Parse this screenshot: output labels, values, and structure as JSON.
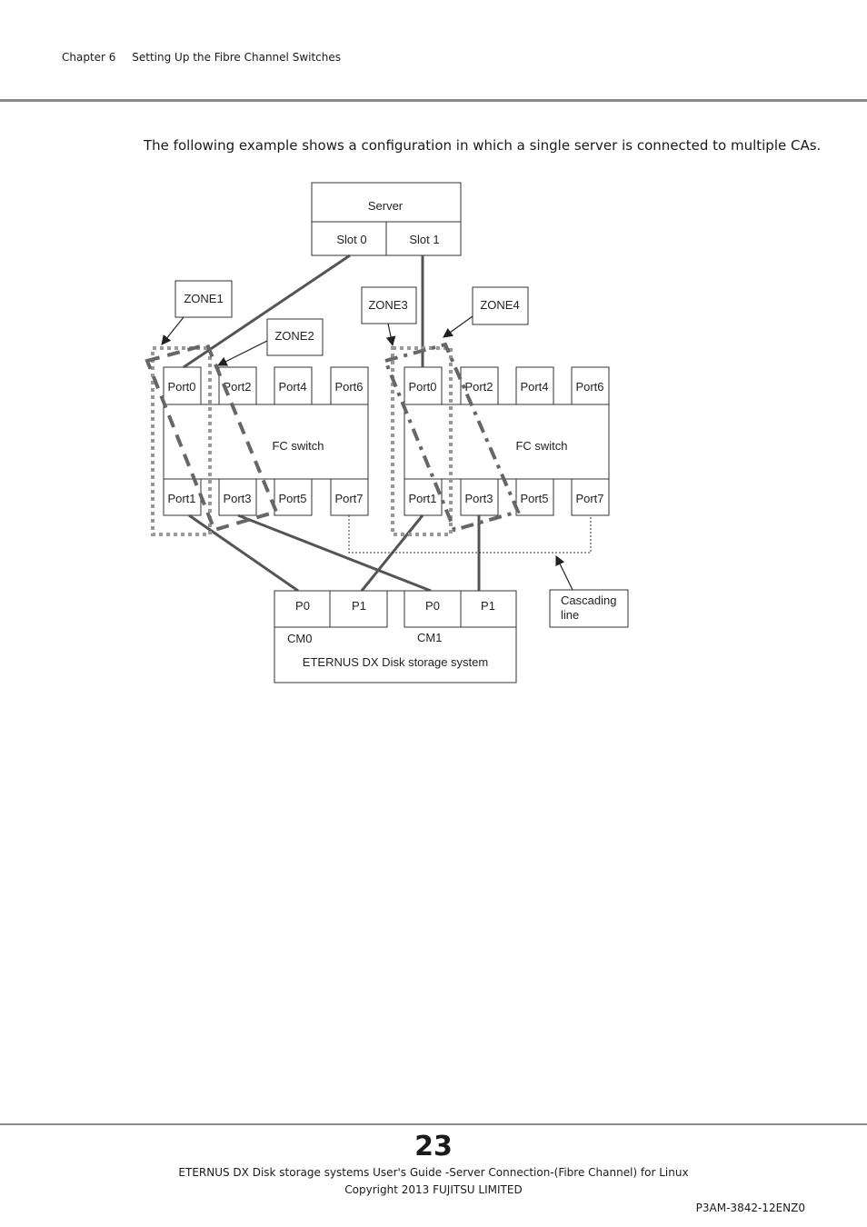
{
  "header": {
    "chapter": "Chapter 6",
    "title": "Setting Up the Fibre Channel Switches"
  },
  "intro_text": "The following example shows a configuration in which a single server is connected to multiple CAs.",
  "diagram": {
    "server": {
      "label": "Server",
      "slot0": "Slot 0",
      "slot1": "Slot 1"
    },
    "zones": {
      "zone1": "ZONE1",
      "zone2": "ZONE2",
      "zone3": "ZONE3",
      "zone4": "ZONE4"
    },
    "switch_left": {
      "label": "FC switch",
      "ports_top": [
        "Port0",
        "Port2",
        "Port4",
        "Port6"
      ],
      "ports_bottom": [
        "Port1",
        "Port3",
        "Port5",
        "Port7"
      ]
    },
    "switch_right": {
      "label": "FC switch",
      "ports_top": [
        "Port0",
        "Port2",
        "Port4",
        "Port6"
      ],
      "ports_bottom": [
        "Port1",
        "Port3",
        "Port5",
        "Port7"
      ]
    },
    "storage": {
      "cm0_p0": "P0",
      "cm0_p1": "P1",
      "cm1_p0": "P0",
      "cm1_p1": "P1",
      "cm0": "CM0",
      "cm1": "CM1",
      "label": "ETERNUS DX Disk storage system"
    },
    "cascading": {
      "line1": "Cascading",
      "line2": "line"
    }
  },
  "footer": {
    "page_number": "23",
    "line1": "ETERNUS DX Disk storage systems User's Guide -Server Connection-(Fibre Channel) for Linux",
    "line2": "Copyright 2013 FUJITSU LIMITED",
    "doc_id": "P3AM-3842-12ENZ0"
  }
}
